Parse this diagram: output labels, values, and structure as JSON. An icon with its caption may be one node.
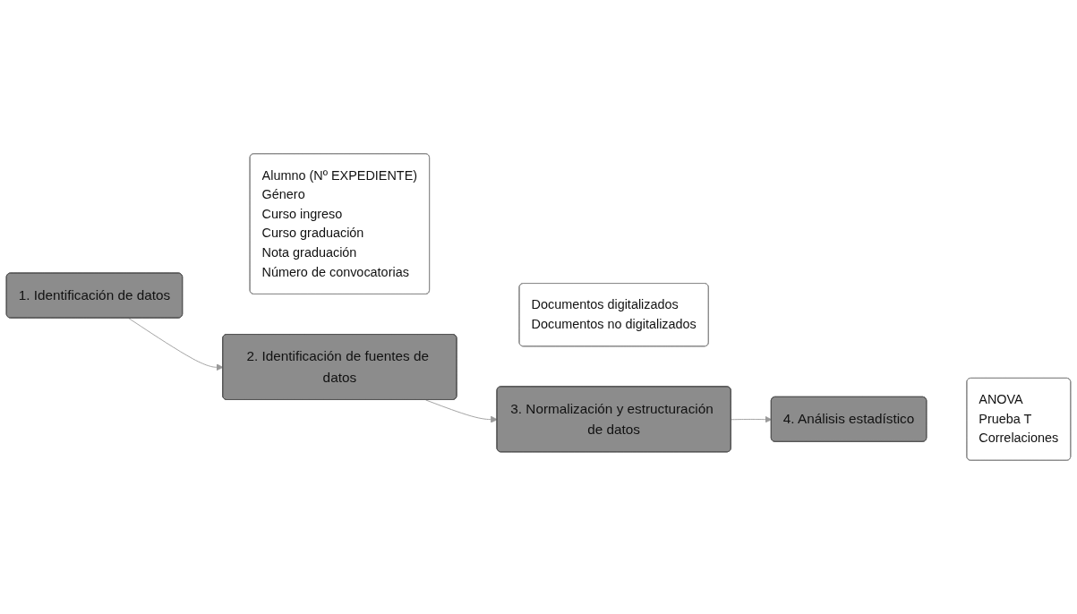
{
  "diagram": {
    "nodes": [
      {
        "text": [
          "1. Identificación de datos"
        ]
      },
      {
        "text": [
          "Alumno (Nº EXPEDIENTE)",
          "Género",
          "Curso ingreso",
          "Curso graduación",
          "Nota graduación",
          "Número de convocatorias"
        ]
      },
      {
        "text": [
          "2. Identificación de fuentes de datos"
        ]
      },
      {
        "text": [
          "Documentos digitalizados",
          "Documentos no digitalizados"
        ]
      },
      {
        "text": [
          "3. Normalización y estructuración de datos"
        ]
      },
      {
        "text": [
          "4. Análisis estadístico"
        ]
      },
      {
        "text": [
          "ANOVA",
          "Prueba T",
          "Correlaciones"
        ]
      }
    ],
    "edges": [
      {
        "from": 0,
        "to": 2,
        "arrow": "to"
      },
      {
        "from": 2,
        "to": 4,
        "arrow": "to"
      },
      {
        "from": 4,
        "to": 5,
        "arrow": "to"
      }
    ]
  }
}
